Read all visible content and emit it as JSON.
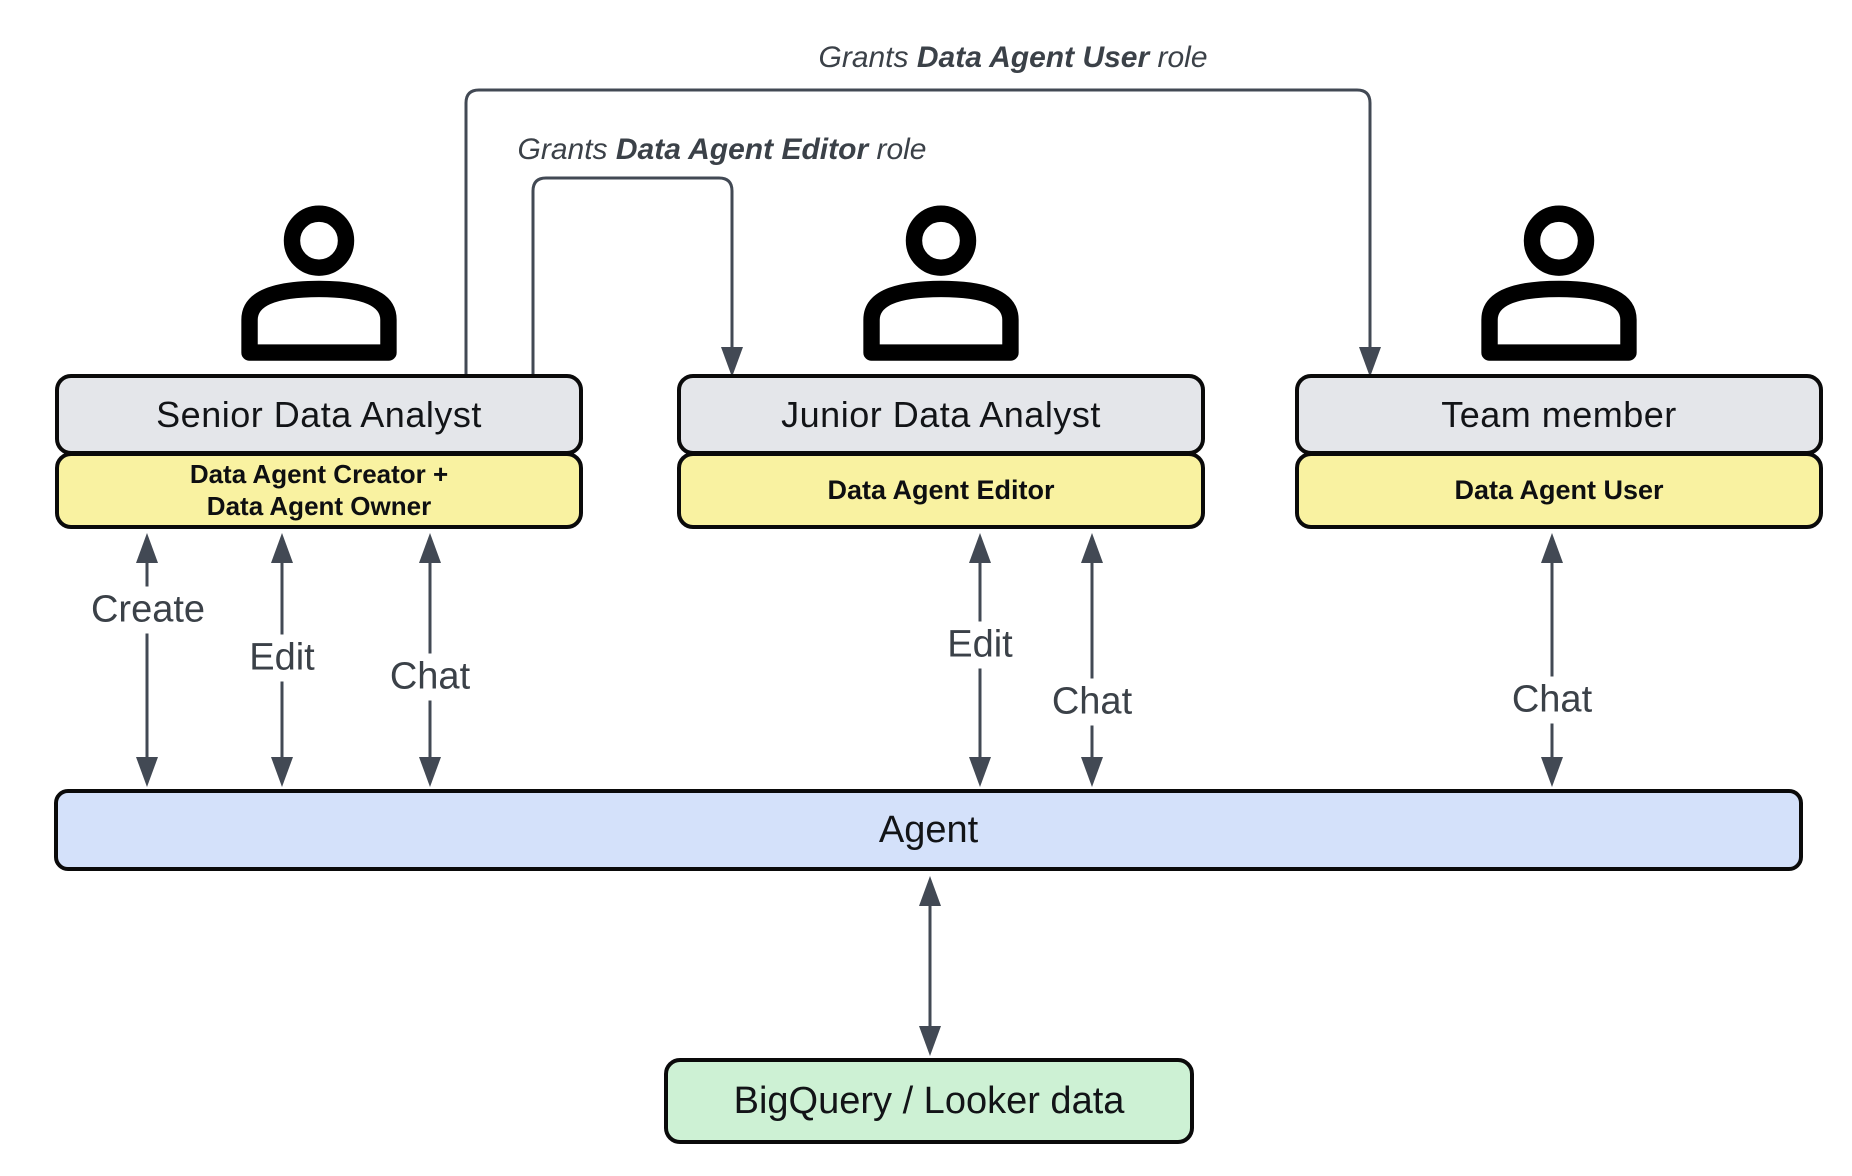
{
  "grants": {
    "user": {
      "prefix": "Grants ",
      "bold": "Data Agent User",
      "suffix": " role"
    },
    "editor": {
      "prefix": "Grants ",
      "bold": "Data Agent Editor",
      "suffix": " role"
    }
  },
  "actors": [
    {
      "title": "Senior Data Analyst",
      "roles": [
        "Data Agent Creator +",
        "Data Agent Owner"
      ]
    },
    {
      "title": "Junior Data Analyst",
      "roles": [
        "Data Agent Editor"
      ]
    },
    {
      "title": "Team member",
      "roles": [
        "Data Agent User"
      ]
    }
  ],
  "actions": [
    {
      "label": "Create"
    },
    {
      "label": "Edit"
    },
    {
      "label": "Chat"
    },
    {
      "label": "Edit"
    },
    {
      "label": "Chat"
    },
    {
      "label": "Chat"
    }
  ],
  "agent": {
    "label": "Agent"
  },
  "datasource": {
    "label": "BigQuery / Looker data"
  },
  "colors": {
    "actor_title_fill": "#e4e6ea",
    "actor_role_fill": "#f9f2a1",
    "agent_fill": "#d4e1fa",
    "datasource_fill": "#cdf1d4",
    "connector": "#424954",
    "border": "#0a0a0a"
  }
}
